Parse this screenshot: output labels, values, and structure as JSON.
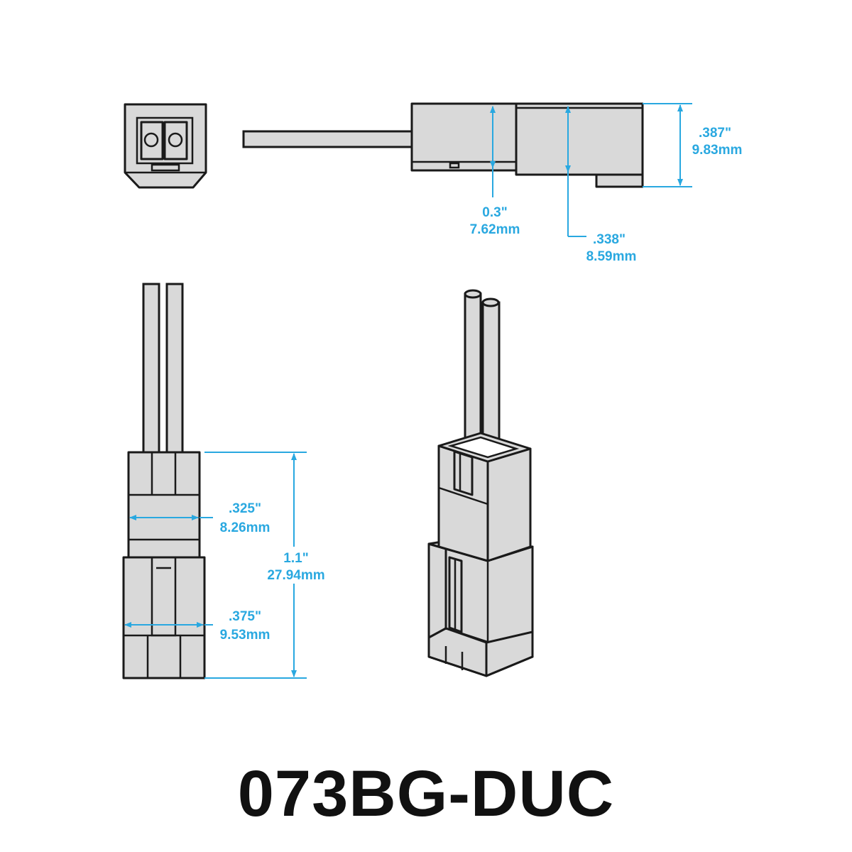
{
  "part_number": "073BG-DUC",
  "dimensions": {
    "height_side": {
      "inch": ".387\"",
      "mm": "9.83mm"
    },
    "latch_a": {
      "inch": "0.3\"",
      "mm": "7.62mm"
    },
    "latch_b": {
      "inch": ".338\"",
      "mm": "8.59mm"
    },
    "upper_width": {
      "inch": ".325\"",
      "mm": "8.26mm"
    },
    "lower_width": {
      "inch": ".375\"",
      "mm": "9.53mm"
    },
    "overall_length": {
      "inch": "1.1\"",
      "mm": "27.94mm"
    }
  },
  "colors": {
    "dimension": "#29a8e0",
    "part_fill": "#d9d9d9",
    "outline": "#1a1a1a"
  }
}
